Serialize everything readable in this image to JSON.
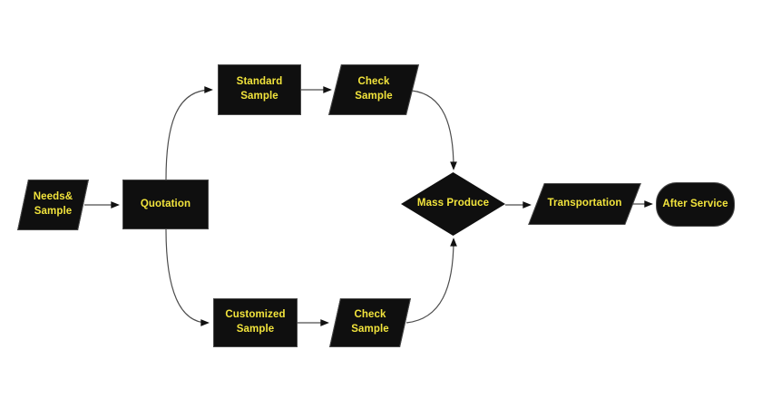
{
  "diagram": {
    "type": "flowchart",
    "theme": {
      "background": "#ffffff",
      "node_fill": "#0f0f0f",
      "node_border": "#484848",
      "text_color": "#f2e43c",
      "connector_color": "#4d4d4d",
      "arrowhead_color": "#111111"
    },
    "nodes": [
      {
        "id": "needs-sample",
        "shape": "parallelogram",
        "label": "Needs&\nSample"
      },
      {
        "id": "quotation",
        "shape": "rectangle",
        "label": "Quotation"
      },
      {
        "id": "standard-sample",
        "shape": "rectangle",
        "label": "Standard\nSample"
      },
      {
        "id": "check-sample-top",
        "shape": "parallelogram",
        "label": "Check\nSample"
      },
      {
        "id": "customized-sample",
        "shape": "rectangle",
        "label": "Customized\nSample"
      },
      {
        "id": "check-sample-bottom",
        "shape": "parallelogram",
        "label": "Check\nSample"
      },
      {
        "id": "mass-produce",
        "shape": "diamond",
        "label": "Mass Produce"
      },
      {
        "id": "transportation",
        "shape": "parallelogram",
        "label": "Transportation"
      },
      {
        "id": "after-service",
        "shape": "terminator",
        "label": "After Service"
      }
    ],
    "edges": [
      {
        "from": "needs-sample",
        "to": "quotation"
      },
      {
        "from": "quotation",
        "to": "standard-sample"
      },
      {
        "from": "quotation",
        "to": "customized-sample"
      },
      {
        "from": "standard-sample",
        "to": "check-sample-top"
      },
      {
        "from": "customized-sample",
        "to": "check-sample-bottom"
      },
      {
        "from": "check-sample-top",
        "to": "mass-produce"
      },
      {
        "from": "check-sample-bottom",
        "to": "mass-produce"
      },
      {
        "from": "mass-produce",
        "to": "transportation"
      },
      {
        "from": "transportation",
        "to": "after-service"
      }
    ]
  }
}
